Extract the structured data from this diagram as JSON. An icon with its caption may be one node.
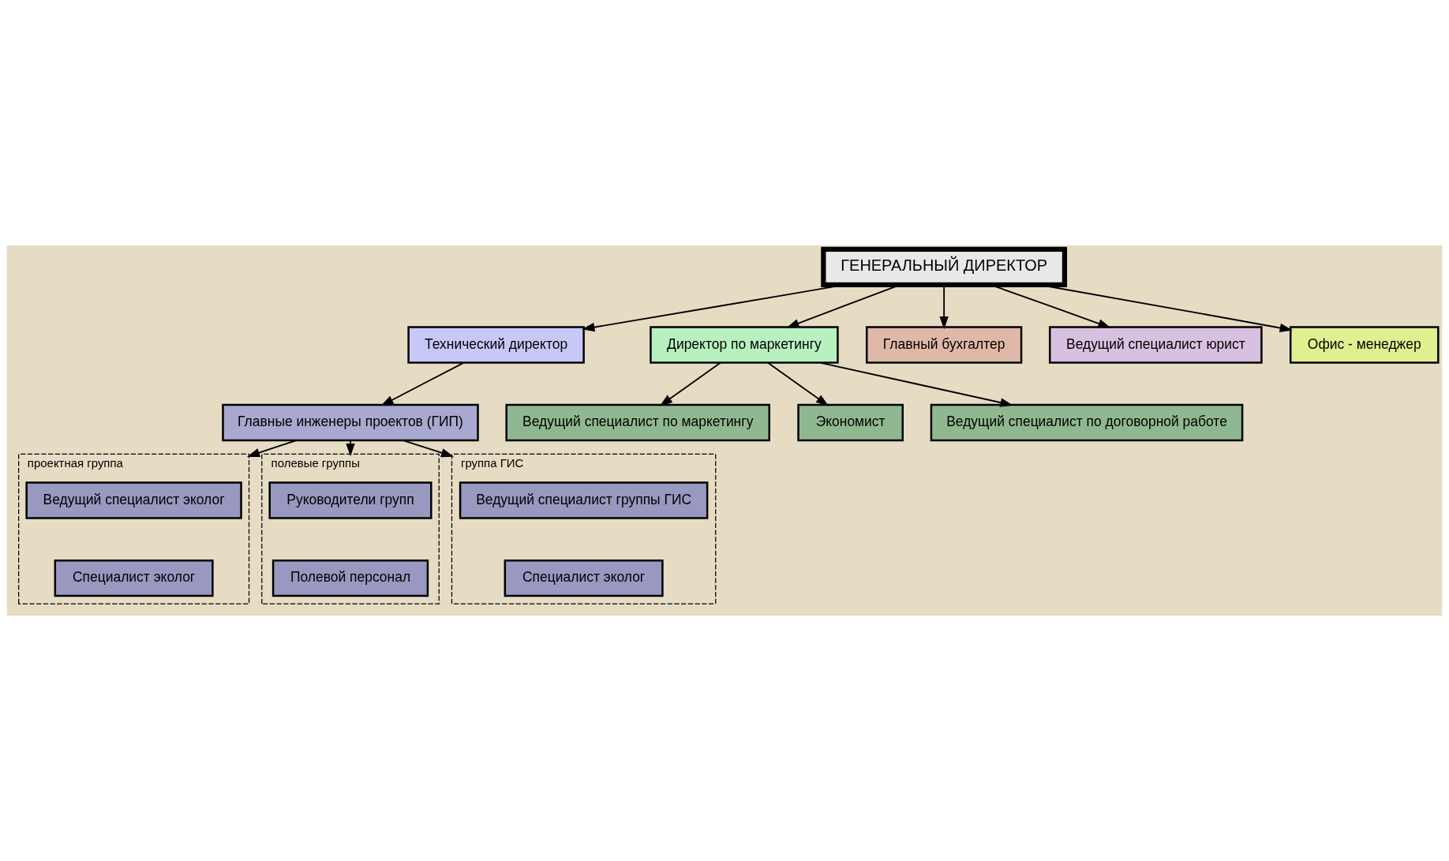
{
  "diagram": {
    "nodes": [
      {
        "text": [
          "ГЕНЕРАЛЬНЫЙ ДИРЕКТОР"
        ]
      },
      {
        "text": [
          "Технический директор"
        ]
      },
      {
        "text": [
          "Директор по маркетингу"
        ]
      },
      {
        "text": [
          "Главный бухгалтер"
        ]
      },
      {
        "text": [
          "Ведущий специалист юрист"
        ]
      },
      {
        "text": [
          "Офис - менеджер"
        ]
      },
      {
        "text": [
          "Ведущий специалист по маркетингу"
        ]
      },
      {
        "text": [
          "Экономист"
        ]
      },
      {
        "text": [
          "Ведущий специалист по договорной работе"
        ]
      },
      {
        "text": [
          "Главные инженеры проектов (ГИП)"
        ]
      },
      {
        "text": [
          "проектная группа"
        ]
      },
      {
        "text": [
          "Ведущий специалист эколог"
        ],
        "in": 10
      },
      {
        "text": [
          "Специалист эколог"
        ],
        "in": 10
      },
      {
        "text": [
          "полевые группы"
        ]
      },
      {
        "text": [
          "Руководители групп"
        ],
        "in": 13
      },
      {
        "text": [
          "Полевой персонал"
        ],
        "in": 13
      },
      {
        "text": [
          "группа ГИС"
        ]
      },
      {
        "text": [
          "Ведущий специалист группы ГИС"
        ],
        "in": 16
      },
      {
        "text": [
          "Специалист эколог"
        ],
        "in": 16
      }
    ],
    "edges": [
      {
        "from": 0,
        "to": 1,
        "arrow": "to"
      },
      {
        "from": 0,
        "to": 2,
        "arrow": "to"
      },
      {
        "from": 0,
        "to": 3,
        "arrow": "to"
      },
      {
        "from": 0,
        "to": 4,
        "arrow": "to"
      },
      {
        "from": 0,
        "to": 5,
        "arrow": "to"
      },
      {
        "from": 2,
        "to": 6,
        "arrow": "to"
      },
      {
        "from": 2,
        "to": 7,
        "arrow": "to"
      },
      {
        "from": 2,
        "to": 8,
        "arrow": "to"
      },
      {
        "from": 1,
        "to": 9,
        "arrow": "to"
      },
      {
        "from": 9,
        "to": 10,
        "arrow": "to"
      },
      {
        "from": 9,
        "to": 13,
        "arrow": "to"
      },
      {
        "from": 9,
        "to": 16,
        "arrow": "to"
      }
    ]
  }
}
